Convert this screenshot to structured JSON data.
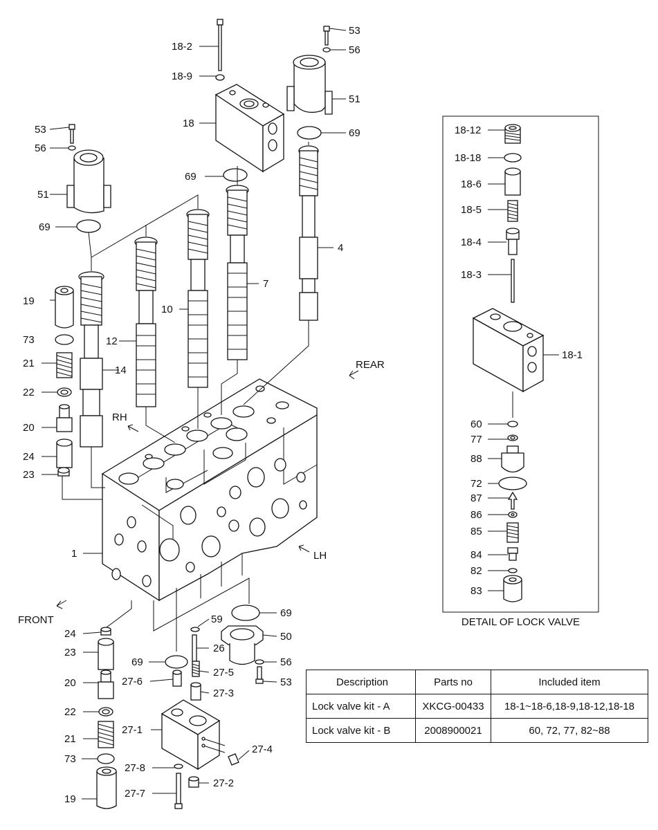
{
  "labels": {
    "l18_2": "18-2",
    "l18_9": "18-9",
    "l18": "18",
    "l69a": "69",
    "l53a": "53",
    "l56a": "56",
    "l51a": "51",
    "l69b": "69",
    "l53b": "53",
    "l56b": "56",
    "l51b": "51",
    "l69c": "69",
    "l4": "4",
    "l7": "7",
    "l10": "10",
    "l12": "12",
    "l14": "14",
    "l19a": "19",
    "l73a": "73",
    "l21a": "21",
    "l22a": "22",
    "l20a": "20",
    "l24a": "24",
    "l23a": "23",
    "l1": "1",
    "l24b": "24",
    "l23b": "23",
    "l20b": "20",
    "l22b": "22",
    "l21b": "21",
    "l73b": "73",
    "l19b": "19",
    "l59": "59",
    "l26": "26",
    "l69d": "69",
    "l27_6": "27-6",
    "l27_5": "27-5",
    "l27_3": "27-3",
    "l27_1": "27-1",
    "l27_4": "27-4",
    "l27_8": "27-8",
    "l27_2": "27-2",
    "l27_7": "27-7",
    "l69e": "69",
    "l50": "50",
    "l56c": "56",
    "l53c": "53",
    "d18_12": "18-12",
    "d18_18": "18-18",
    "d18_6": "18-6",
    "d18_5": "18-5",
    "d18_4": "18-4",
    "d18_3": "18-3",
    "d18_1": "18-1",
    "d60": "60",
    "d77": "77",
    "d88": "88",
    "d72": "72",
    "d87": "87",
    "d86": "86",
    "d85": "85",
    "d84": "84",
    "d82": "82",
    "d83": "83"
  },
  "directions": {
    "rear": "REAR",
    "rh": "RH",
    "lh": "LH",
    "front": "FRONT"
  },
  "detail_caption": "DETAIL OF LOCK VALVE",
  "table": {
    "headers": [
      "Description",
      "Parts no",
      "Included item"
    ],
    "rows": [
      [
        "Lock valve kit - A",
        "XKCG-00433",
        "18-1~18-6,18-9,18-12,18-18"
      ],
      [
        "Lock valve kit - B",
        "2008900021",
        "60, 72, 77, 82~88"
      ]
    ]
  }
}
